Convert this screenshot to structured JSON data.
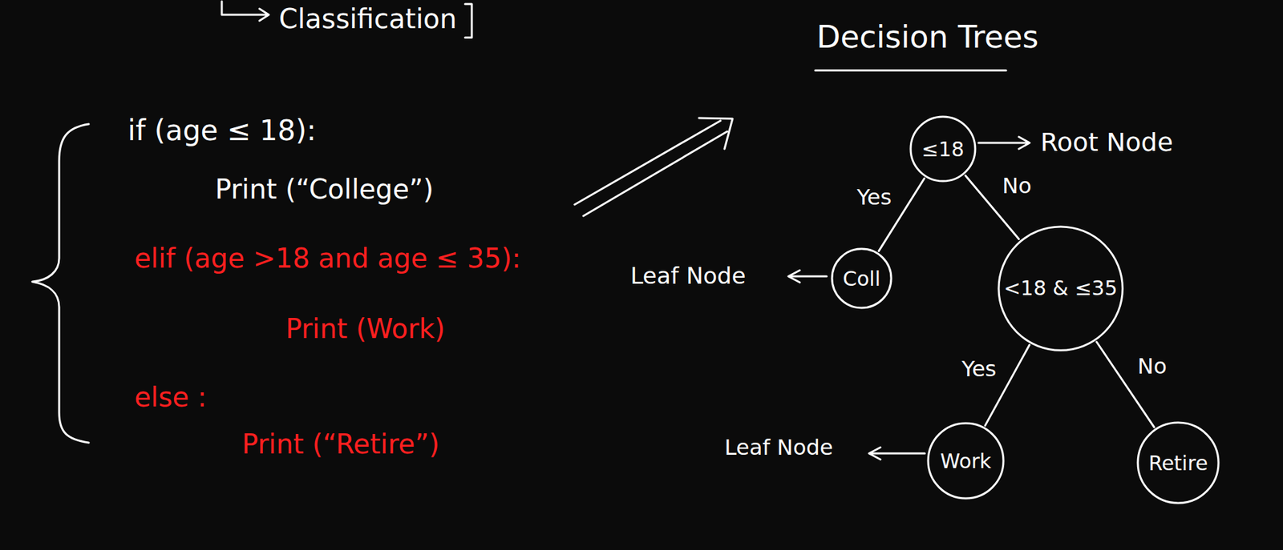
{
  "diagram": {
    "title": "Decision Trees",
    "nodes": [
      {
        "text": [
          "≤18"
        ]
      },
      {
        "text": [
          "Coll"
        ]
      },
      {
        "text": [
          "<18 & ≤35"
        ]
      },
      {
        "text": [
          "Work"
        ]
      },
      {
        "text": [
          "Retire"
        ]
      }
    ],
    "edges": [
      {
        "from": 0,
        "to": 1,
        "label": "Yes",
        "arrow": "none"
      },
      {
        "from": 0,
        "to": 2,
        "label": "No",
        "arrow": "none"
      },
      {
        "from": 2,
        "to": 3,
        "label": "Yes",
        "arrow": "none"
      },
      {
        "from": 2,
        "to": 4,
        "label": "No",
        "arrow": "none"
      }
    ],
    "labels": [
      "Classification",
      "if (age ≤ 18):",
      "Print (“College”)",
      "elif (age >18 and age ≤ 35):",
      "Print (Work)",
      "else :",
      "Print (“Retire”)",
      "Root Node",
      "Leaf Node",
      "Leaf Node"
    ]
  }
}
